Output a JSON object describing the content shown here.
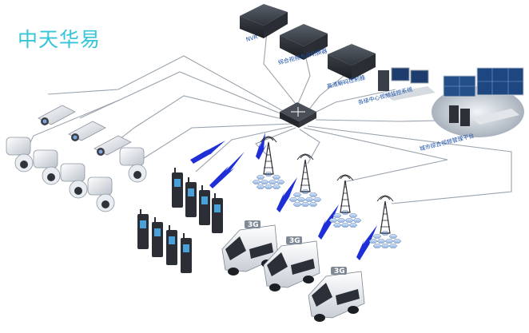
{
  "brand": {
    "title": "中天华易"
  },
  "labels": {
    "nvr": "NVR",
    "multi_decoder": "综合视频多点切换器",
    "hd_decoder": "高清解码控制器",
    "command_center": "各级中心视频监控系统",
    "city_platform": "城市综合视频管理平台"
  },
  "vans": [
    {
      "badge": "3G"
    },
    {
      "badge": "3G"
    },
    {
      "badge": "3G"
    }
  ],
  "colors": {
    "brand": "#36c4d8",
    "link_line": "#9aa3ad",
    "wireless_bolt": "#1f2fd8",
    "label_text": "#1a4fa6",
    "van_badge": "#7f8a96"
  }
}
